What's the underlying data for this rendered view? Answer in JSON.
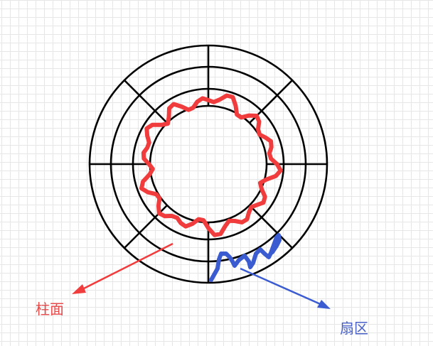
{
  "labels": {
    "cylinder": "柱面",
    "sector": "扇区"
  },
  "colors": {
    "disk_lines": "#000000",
    "cylinder": "#f03c3c",
    "sector": "#3b5bd1",
    "cylinder_label": "#e84a4a",
    "sector_label": "#4a62c8",
    "grid": "#e6e6e6",
    "background": "#ffffff"
  },
  "disk": {
    "ring_count": 4,
    "sector_count": 8
  }
}
